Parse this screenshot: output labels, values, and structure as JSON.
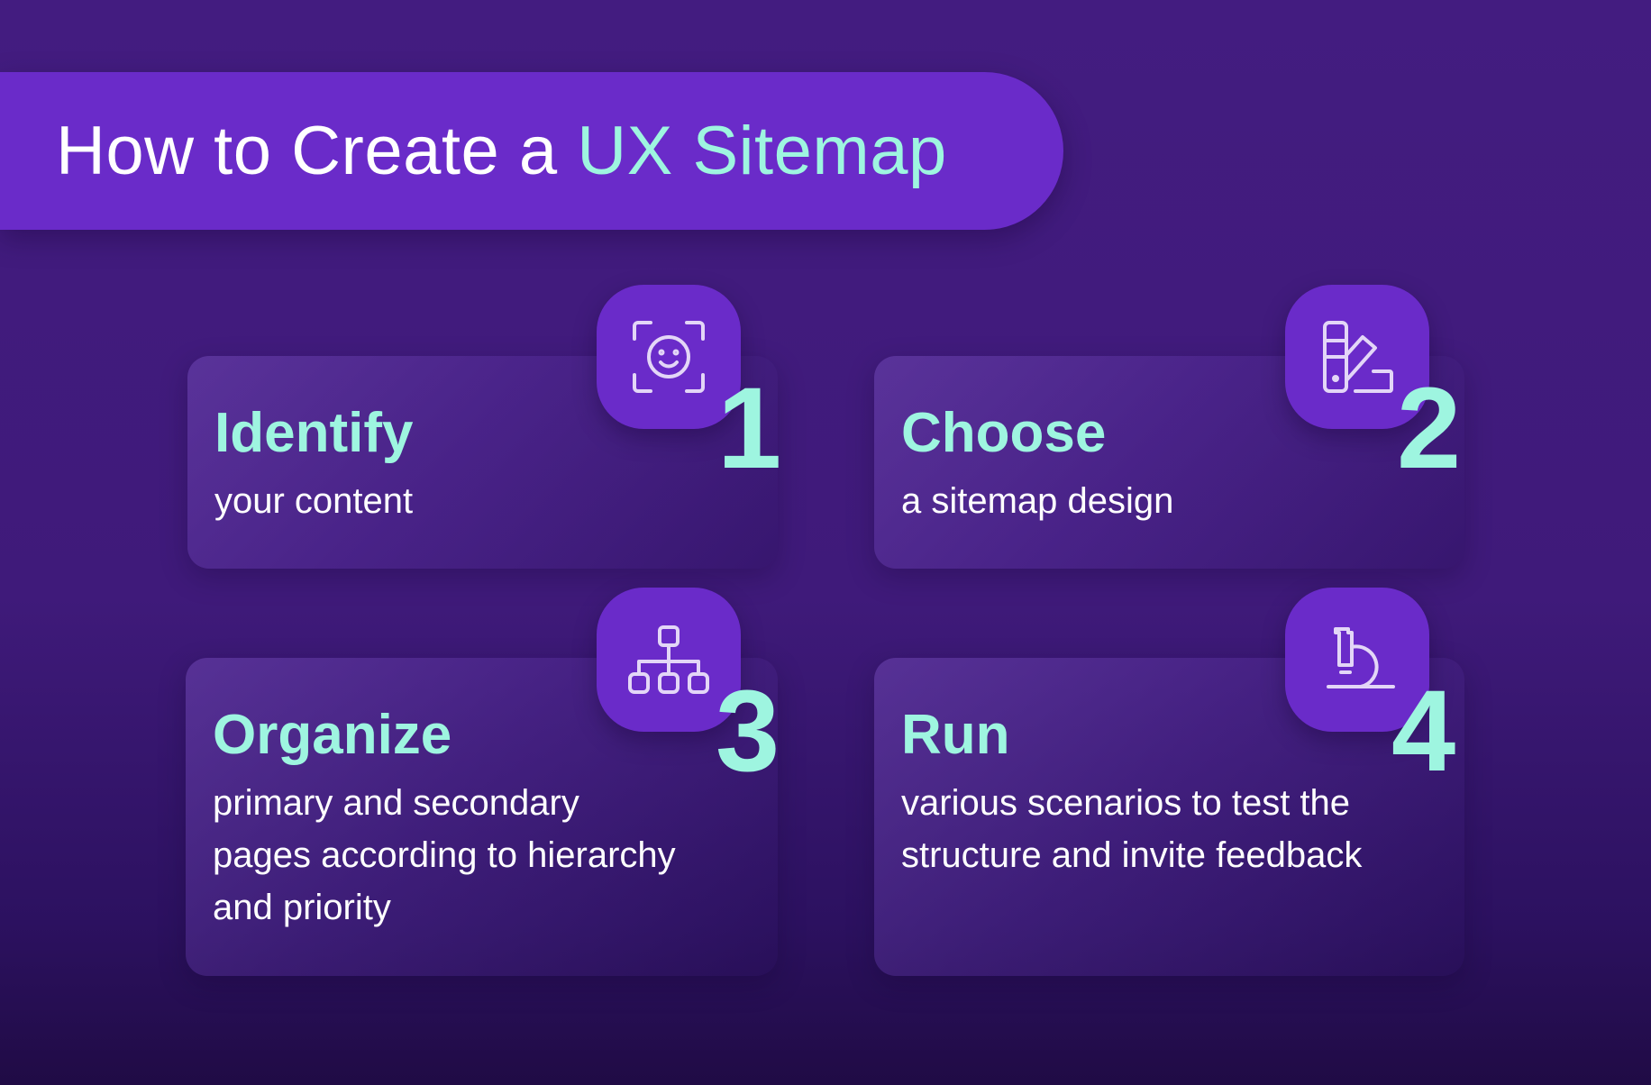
{
  "title": {
    "prefix": "How to Create a ",
    "highlight": "UX Sitemap"
  },
  "steps": [
    {
      "number": "1",
      "heading": "Identify",
      "text": "your content",
      "icon": "face-scan-icon"
    },
    {
      "number": "2",
      "heading": "Choose",
      "text": "a sitemap design",
      "icon": "color-swatch-icon"
    },
    {
      "number": "3",
      "heading": "Organize",
      "text": "primary and secondary pages according to hierarchy and priority",
      "icon": "sitemap-hierarchy-icon"
    },
    {
      "number": "4",
      "heading": "Run",
      "text": "various scenarios to test the structure and invite feedback",
      "icon": "microscope-icon"
    }
  ],
  "colors": {
    "accent": "#9ef5e0",
    "banner": "#6a2bc9",
    "background": "#3f1a7a"
  }
}
